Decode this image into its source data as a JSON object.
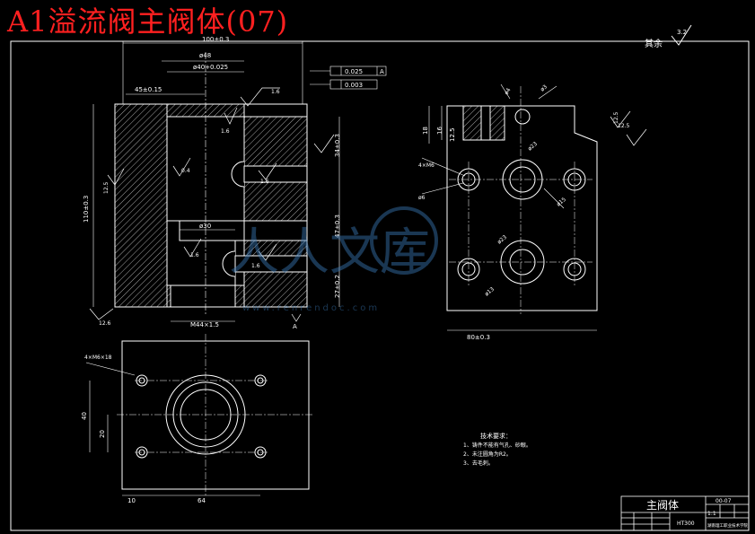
{
  "title": "A1溢流阀主阀体(07)",
  "roughness_note": {
    "label": "其余",
    "value": "3.2"
  },
  "front_view": {
    "dims": {
      "overall_width": "100±0.3",
      "bore_48": "ø48",
      "bore_40": "ø40+0.025",
      "left_offset": "45±0.15",
      "height_110": "110±0.3",
      "d_30": "ø30",
      "m44": "M44×1.5",
      "v34": "34±0.3",
      "v47": "47±0.3",
      "v27": "27±0.2",
      "tol_flat": "0.025",
      "tol_flat_ref": "A",
      "tol_cyl": "0.003",
      "datum": "A"
    },
    "roughness": [
      "1.6",
      "1.6",
      "0.4",
      "12.5",
      "1.6",
      "1.6",
      "1.6",
      "12.6"
    ]
  },
  "side_view": {
    "dims": {
      "width_80": "80±0.3",
      "d4": "ø4",
      "d6": "ø6",
      "d18": "18",
      "d16": "16",
      "d12_5": "12.5",
      "r3": "ø3",
      "d23": "ø23",
      "d15": "ø15",
      "d23b": "ø23",
      "d13": "ø13",
      "m6": "4×M6",
      "r12_5": "12.5",
      "r12_5b": "12.5"
    }
  },
  "top_view": {
    "dims": {
      "m6": "4×M6×18",
      "h40": "40",
      "h20": "20",
      "w10": "10",
      "w64": "64"
    }
  },
  "tech_req": {
    "heading": "技术要求：",
    "items": [
      "1、铸件不能有气孔、砂眼。",
      "2、未注圆角为R2。",
      "3、去毛刺。"
    ]
  },
  "title_block": {
    "name": "主阀体",
    "drawing_no": "00-07",
    "material": "HT300",
    "scale": "1:1",
    "school": "湖南理工职业技术学院"
  },
  "watermark": {
    "text": "人人文库",
    "url": "www.renrendoc.com"
  }
}
